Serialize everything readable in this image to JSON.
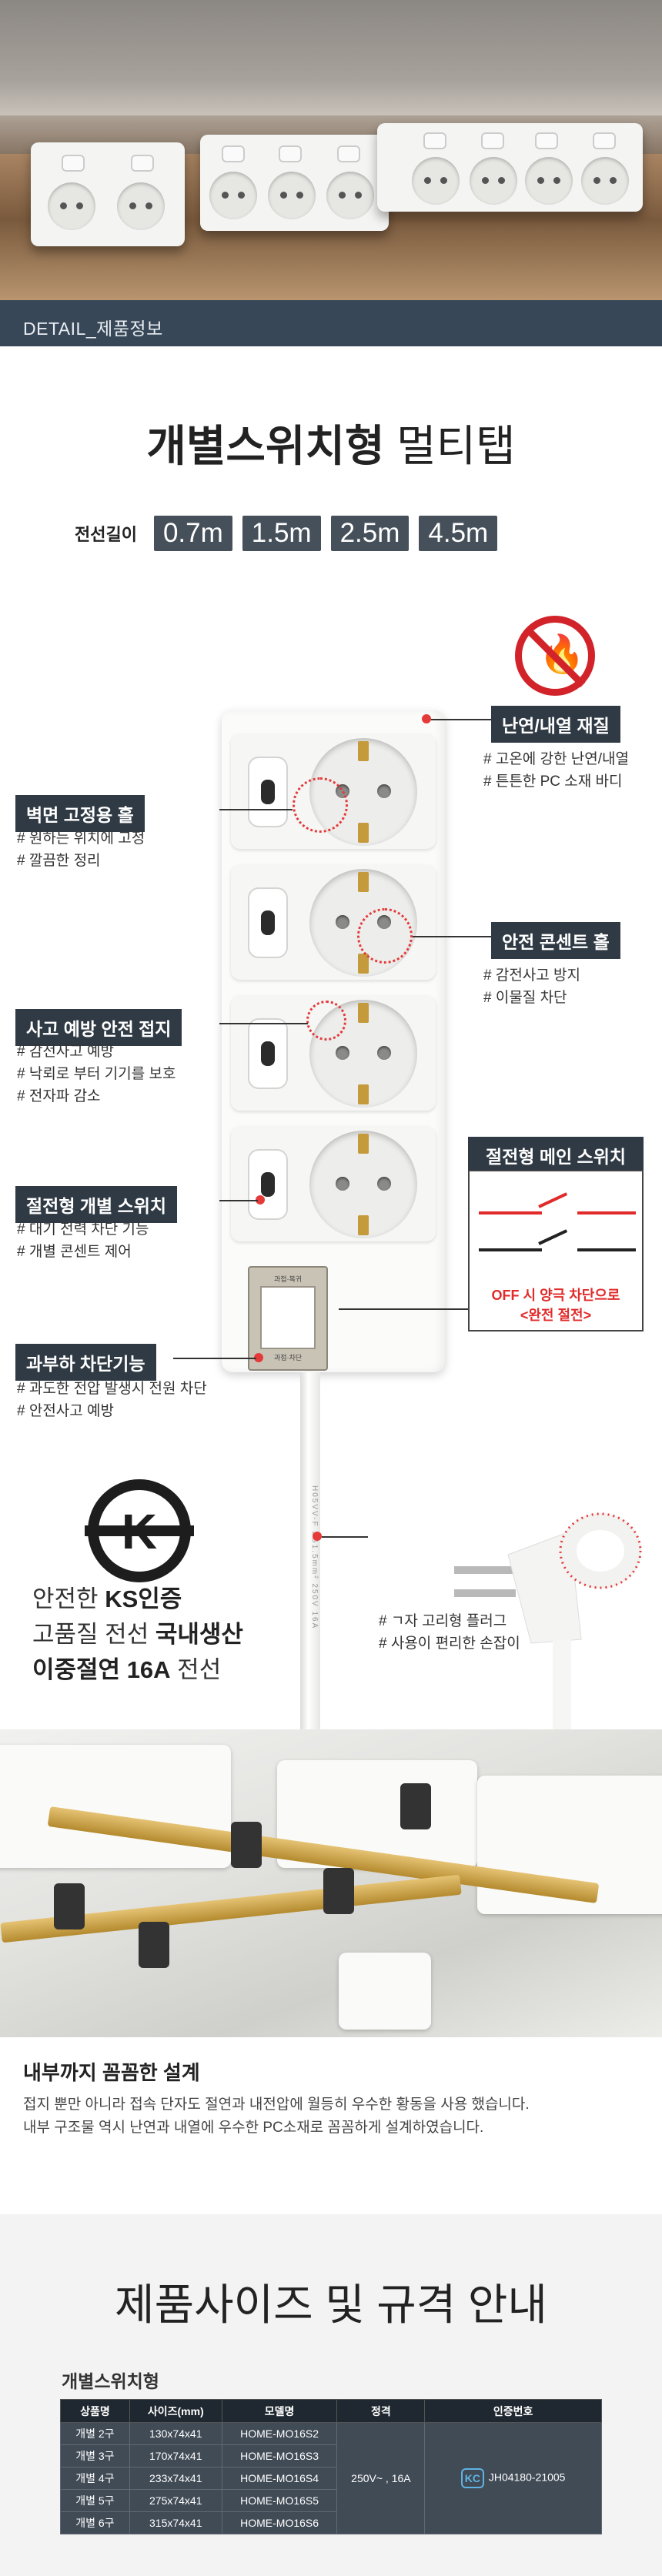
{
  "detail_bar": {
    "label": "DETAIL_제품정보"
  },
  "title": {
    "bold": "개별스위치형",
    "normal": "멀티탭"
  },
  "cord_length": {
    "label": "전선길이",
    "options": [
      "0.7m",
      "1.5m",
      "2.5m",
      "4.5m"
    ]
  },
  "features": [
    {
      "key": "flame",
      "title": "난연/내열 재질",
      "bullets": [
        "# 고온에 강한 난연/내열",
        "# 튼튼한 PC 소재 바디"
      ]
    },
    {
      "key": "wall_hole",
      "title": "벽면 고정용 홀",
      "bullets": [
        "# 원하는 위치에 고정",
        "# 깔끔한 정리"
      ]
    },
    {
      "key": "safety_outlet",
      "title": "안전 콘센트 홀",
      "bullets": [
        "# 감전사고 방지",
        "# 이물질 차단"
      ]
    },
    {
      "key": "safety_ground",
      "title": "사고 예방 안전 접지",
      "bullets": [
        "# 감전사고 예방",
        "# 낙뢰로 부터 기기를 보호",
        "# 전자파 감소"
      ]
    },
    {
      "key": "individual_switch",
      "title": "절전형 개별 스위치",
      "bullets": [
        "# 대기 전력 차단 기능",
        "# 개별 콘센트 제어"
      ]
    },
    {
      "key": "overload",
      "title": "과부하 차단기능",
      "bullets": [
        "# 과도한 전압 발생시 전원 차단",
        "# 안전사고 예방"
      ]
    }
  ],
  "main_switch": {
    "title": "절전형 메인 스위치",
    "note_line1": "OFF 시 양극 차단으로",
    "note_line2": "<완전 절전>",
    "label_top": "과접·복귀",
    "label_bottom": "과접·차단"
  },
  "cord_print": "H05VV-F 3G1.5mm² 250V 16A",
  "ks": {
    "logo_letter": "K",
    "line1_pre": "안전한 ",
    "line1_bold": "KS인증",
    "line2_pre": "고품질 전선 ",
    "line2_bold": "국내생산",
    "line3_bold": "이중절연 16A",
    "line3_post": " 전선"
  },
  "plug_bullets": [
    "# ㄱ자 고리형 플러그",
    "# 사용이 편리한 손잡이"
  ],
  "internal": {
    "title": "내부까지 꼼꼼한 설계",
    "desc": [
      "접지 뿐만 아니라 접속 단자도 절연과 내전압에 월등히 우수한 황동을 사용 했습니다.",
      "내부 구조물 역시 난연과 내열에 우수한 PC소재로 꼼꼼하게 설계하였습니다."
    ]
  },
  "spec": {
    "title": "제품사이즈 및 규격 안내",
    "subtitle": "개별스위치형",
    "headers": [
      "상품명",
      "사이즈(mm)",
      "모델명",
      "정격",
      "인증번호"
    ],
    "rows": [
      [
        "개별 2구",
        "130x74x41",
        "HOME-MO16S2"
      ],
      [
        "개별 3구",
        "170x74x41",
        "HOME-MO16S3"
      ],
      [
        "개별 4구",
        "233x74x41",
        "HOME-MO16S4"
      ],
      [
        "개별 5구",
        "275x74x41",
        "HOME-MO16S5"
      ],
      [
        "개별 6구",
        "315x74x41",
        "HOME-MO16S6"
      ]
    ],
    "rating": "250V~ , 16A",
    "cert_mark": "KC",
    "cert_number": "JH04180-21005"
  },
  "colors": {
    "accent_red": "#e53a3a",
    "label_dark": "#303a44",
    "detail_bar": "#384757"
  }
}
